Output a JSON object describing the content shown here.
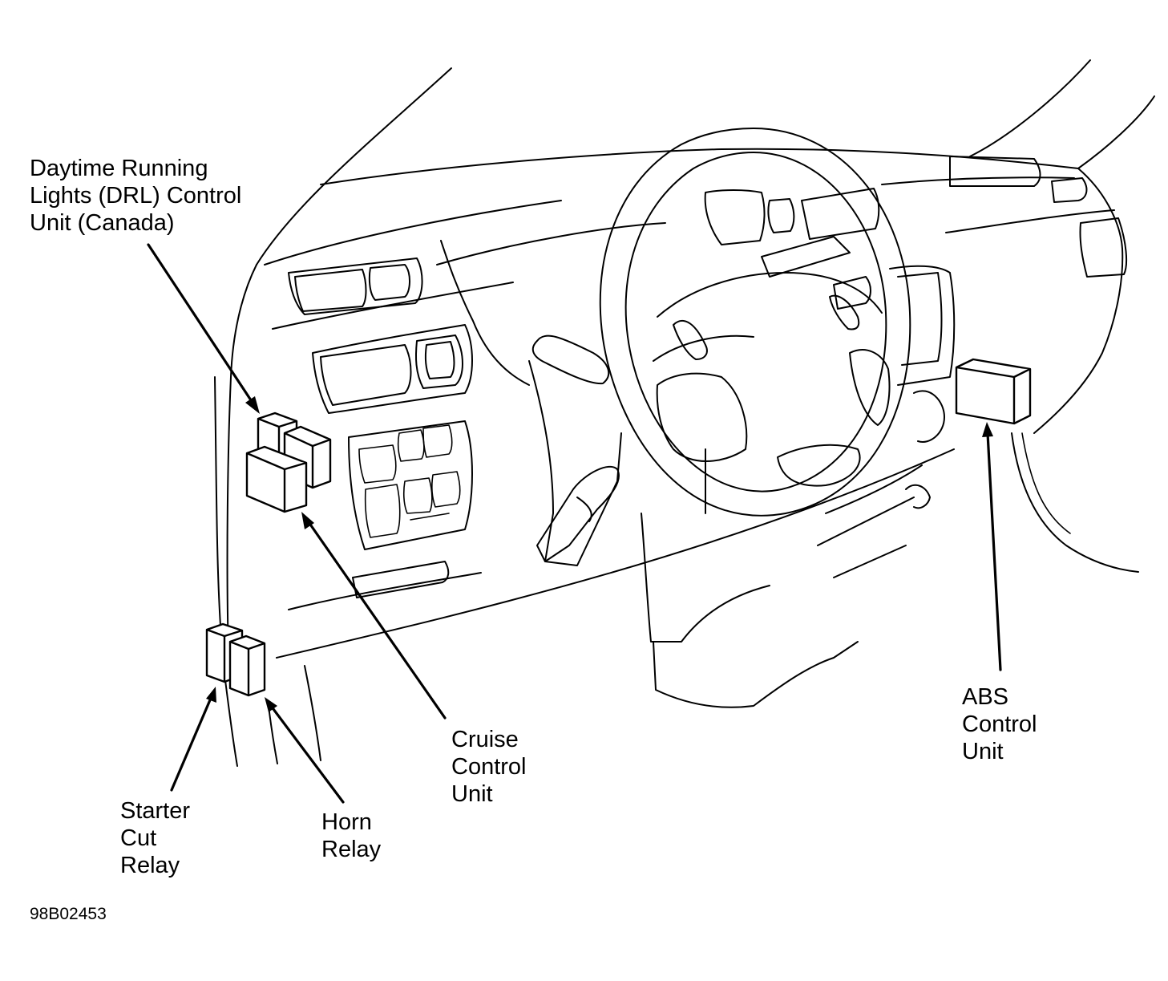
{
  "labels": {
    "drl": "Daytime Running\nLights (DRL) Control\nUnit (Canada)",
    "cruise": "Cruise\nControl\nUnit",
    "abs": "ABS\nControl\nUnit",
    "starter": "Starter\nCut\nRelay",
    "horn": "Horn\nRelay"
  },
  "figure_id": "98B02453"
}
